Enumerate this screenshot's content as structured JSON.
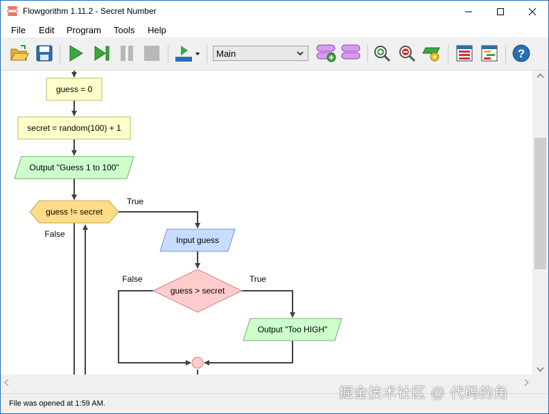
{
  "window": {
    "title": "Flowgorithm 1.11.2 - Secret Number",
    "controls": {
      "minimize": "minimize-icon",
      "maximize": "maximize-icon",
      "close": "close-icon"
    }
  },
  "menu": {
    "items": [
      {
        "label": "File"
      },
      {
        "label": "Edit"
      },
      {
        "label": "Program"
      },
      {
        "label": "Tools"
      },
      {
        "label": "Help"
      }
    ]
  },
  "toolbar": {
    "buttons": [
      "open-icon",
      "save-icon",
      "run-icon",
      "step-icon",
      "pause-icon",
      "stop-icon",
      "speed-icon",
      "add-function-icon",
      "remove-function-icon",
      "zoom-in-icon",
      "zoom-out-icon",
      "layout-icon",
      "variable-watch-icon",
      "console-icon",
      "help-icon"
    ],
    "function_selector": {
      "value": "Main"
    }
  },
  "flowchart": {
    "shapes": [
      {
        "id": "assign1",
        "type": "assign",
        "text": "guess = 0"
      },
      {
        "id": "assign2",
        "type": "assign",
        "text": "secret = random(100) + 1"
      },
      {
        "id": "output1",
        "type": "output",
        "text": "Output \"Guess 1 to 100\""
      },
      {
        "id": "loop",
        "type": "while",
        "text": "guess != secret"
      },
      {
        "id": "input1",
        "type": "input",
        "text": "Input guess"
      },
      {
        "id": "if1",
        "type": "if",
        "text": "guess > secret"
      },
      {
        "id": "output2",
        "type": "output",
        "text": "Output \"Too HIGH\""
      }
    ],
    "labels": {
      "loop_true": "True",
      "loop_false": "False",
      "if_true": "True",
      "if_false": "False"
    },
    "colors": {
      "assign": "#ffffcc",
      "output": "#ccffcc",
      "while": "#ffdd88",
      "input": "#c8dcff",
      "if": "#ffcccc",
      "line": "#404040"
    }
  },
  "status": {
    "text": "File was opened at 1:59 AM."
  },
  "watermark": "掘金技术社区 @ 代码的角"
}
